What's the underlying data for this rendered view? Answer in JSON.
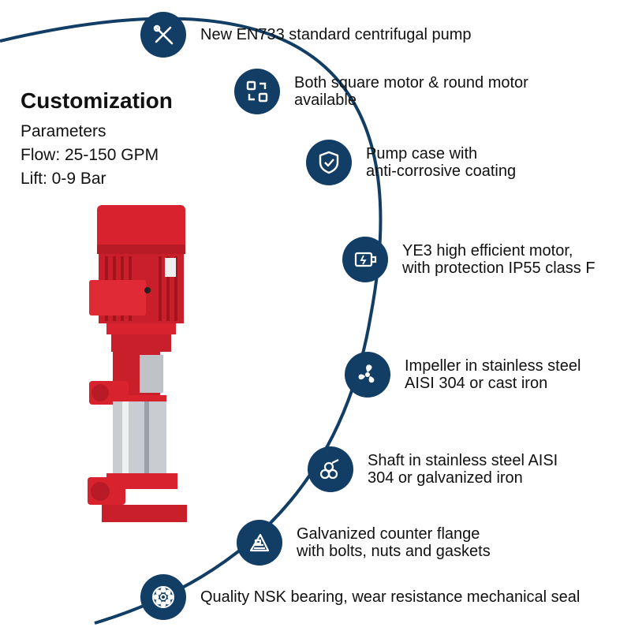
{
  "left": {
    "title": "Customization",
    "params": [
      "Parameters",
      "Flow: 25-150 GPM",
      "Lift: 0-9 Bar"
    ]
  },
  "features": [
    {
      "icon": "tools-icon",
      "lines": [
        "New EN733 standard centrifugal pump"
      ]
    },
    {
      "icon": "swap-icon",
      "lines": [
        "Both square motor & round motor",
        "available"
      ]
    },
    {
      "icon": "shield-check-icon",
      "lines": [
        "Pump case with",
        "anti-corrosive coating"
      ]
    },
    {
      "icon": "motor-icon",
      "lines": [
        "YE3 high efficient motor,",
        "with protection IP55 class F"
      ]
    },
    {
      "icon": "fan-icon",
      "lines": [
        "Impeller in stainless steel",
        "AISI 304 or cast iron"
      ]
    },
    {
      "icon": "shaft-icon",
      "lines": [
        "Shaft in stainless steel AISI",
        "304 or galvanized iron"
      ]
    },
    {
      "icon": "flange-icon",
      "lines": [
        "Galvanized counter flange",
        "with bolts, nuts and gaskets"
      ]
    },
    {
      "icon": "bearing-icon",
      "lines": [
        "Quality NSK bearing, wear resistance mechanical seal"
      ]
    }
  ],
  "colors": {
    "badge": "#123e66",
    "arc": "#123e66",
    "pump_red": "#d8232e",
    "steel": "#c9ccd0"
  }
}
